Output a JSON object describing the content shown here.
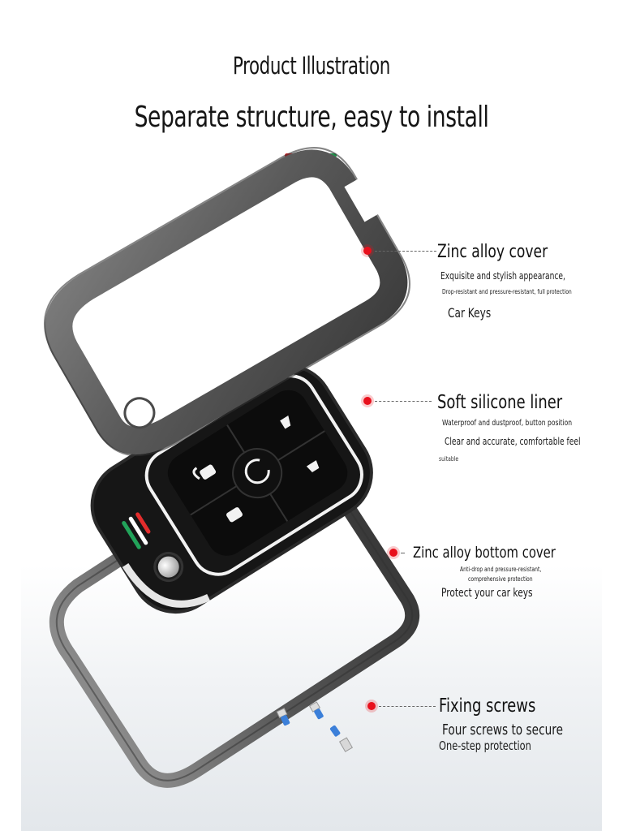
{
  "header": {
    "title": "Product Illustration",
    "subtitle": "Separate structure, easy to install",
    "divider_colors": [
      "#e01a1f",
      "#eeeeee",
      "#1a9a4a"
    ]
  },
  "illustration": {
    "parts": [
      "zinc-alloy-top-cover",
      "silicone-liner-key-fob",
      "zinc-alloy-bottom-cover",
      "fixing-screws"
    ],
    "fob_buttons": [
      "unlock-icon",
      "remote-start-icon",
      "lock-icon",
      "trunk-icon",
      "panic-light-icon"
    ],
    "stripe_colors": [
      "#e32c2c",
      "#ffffff",
      "#22a35a"
    ],
    "accent_dot_color": "#e8101c"
  },
  "callouts": [
    {
      "title": "Zinc alloy cover",
      "lines": [
        "Exquisite and stylish appearance,",
        "Drop-resistant and pressure-resistant, full protection",
        "Car Keys"
      ]
    },
    {
      "title": "Soft silicone liner",
      "lines": [
        "Waterproof and dustproof, button position",
        "Clear and accurate, comfortable feel",
        "suitable"
      ]
    },
    {
      "title": "Zinc alloy bottom cover",
      "lines": [
        "Anti-drop and pressure-resistant,",
        "comprehensive protection",
        "Protect your car keys"
      ]
    },
    {
      "title": "Fixing screws",
      "lines": [
        "Four screws to secure",
        "One-step protection"
      ]
    }
  ]
}
